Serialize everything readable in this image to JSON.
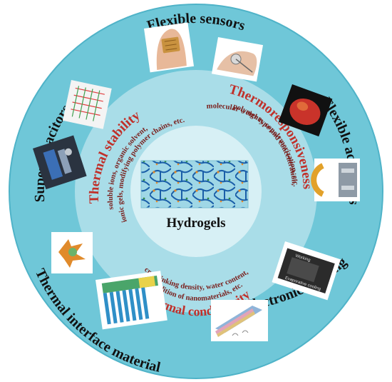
{
  "center": {
    "label": "Hydrogels"
  },
  "properties": {
    "thermal_stability": {
      "title": "Thermal stability",
      "detail_1": "soluble ions, organic solvent,",
      "detail_2": "ionic gels, modifying polymer chains, etc."
    },
    "thermoresponsiveness": {
      "title": "Thermoresponsiveness",
      "detail_1": "polymer type and concentration,",
      "detail_2": "molecular weights, copolymerization, etc."
    },
    "thermal_conductivity": {
      "title": "Thermal conductivity",
      "detail_1": "crosslinking density, water content,",
      "detail_2": "addition of nanomaterials, etc."
    }
  },
  "applications": {
    "flexible_sensors": "Flexible sensors",
    "flexible_actuators": "Flexible actuators",
    "electronics_cooling": "Electronics cooling",
    "thermal_interface_material": "Thermal interface material",
    "supercapacitors": "Supercapacitors"
  },
  "image_labels": {
    "cooling_panel_text_1": "Evaporative cooling",
    "cooling_panel_text_2": "Working"
  },
  "colors": {
    "outer_ring": "#6fc7d8",
    "outer_ring_edge": "#4fb3c8",
    "middle_ring": "#a9dde8",
    "inner_disc": "#d7f0f5",
    "property_title": "#c0302a",
    "property_detail": "#7a1f1c"
  }
}
